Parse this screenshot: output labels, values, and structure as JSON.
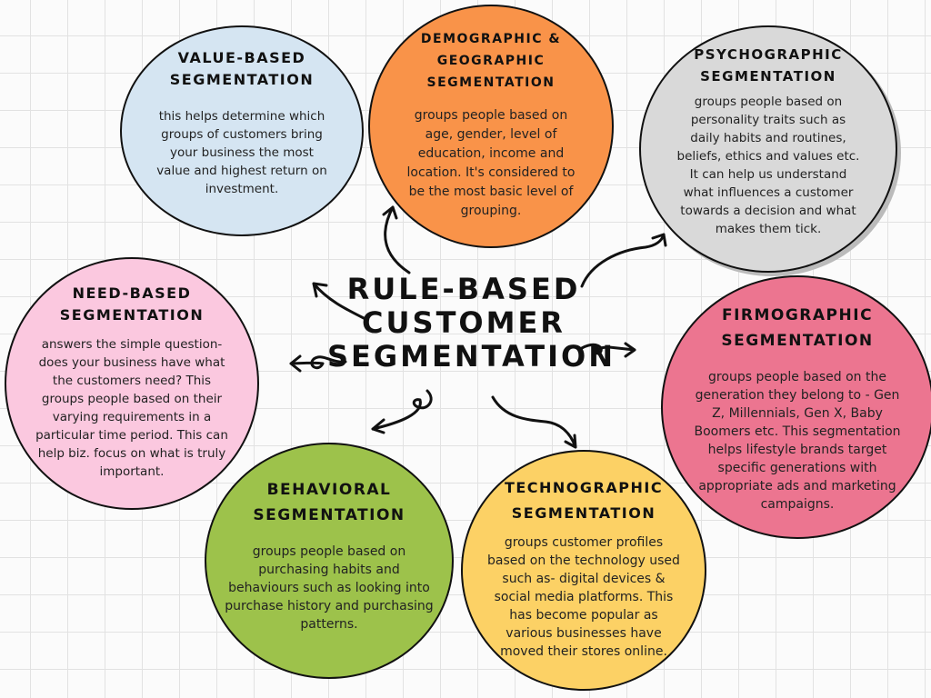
{
  "center_title": [
    "RULE-BASED",
    "CUSTOMER",
    "SEGMENTATION"
  ],
  "colors": {
    "value": "#d5e5f2",
    "demographic": "#f99349",
    "psychographic": "#d9d9d9",
    "need": "#fbc8df",
    "firmographic": "#ec7590",
    "behavioral": "#9dc24b",
    "technographic": "#fcd165"
  },
  "segments": {
    "value": {
      "title": [
        "VALUE-BASED",
        "SEGMENTATION"
      ],
      "body": [
        "this helps determine which",
        "groups of customers bring",
        "your business the most",
        "value and highest return on",
        "investment."
      ]
    },
    "demographic": {
      "title": [
        "DEMOGRAPHIC &",
        "GEOGRAPHIC",
        "SEGMENTATION"
      ],
      "body": [
        "groups people based on",
        "age, gender, level of",
        "education, income and",
        "location. It's considered to",
        "be the most basic level of",
        "grouping."
      ]
    },
    "psychographic": {
      "title": [
        "PSYCHOGRAPHIC",
        "SEGMENTATION"
      ],
      "body": [
        "groups people based on",
        "personality traits such as",
        "daily habits and routines,",
        "beliefs, ethics and values etc.",
        "It can help us understand",
        "what influences a customer",
        "towards a decision and what",
        "makes them tick."
      ]
    },
    "need": {
      "title": [
        "NEED-BASED",
        "SEGMENTATION"
      ],
      "body": [
        "answers the simple question-",
        "does your business have what",
        "the customers need? This",
        "groups people based on their",
        "varying requirements in a",
        "particular time period. This can",
        "help biz. focus on what is truly",
        "important."
      ]
    },
    "firmographic": {
      "title": [
        "FIRMOGRAPHIC",
        "SEGMENTATION"
      ],
      "body": [
        "groups people based on the",
        "generation they belong to - Gen",
        "Z, Millennials, Gen X, Baby",
        "Boomers etc. This segmentation",
        "helps lifestyle brands target",
        "specific generations with",
        "appropriate ads and marketing",
        "campaigns."
      ]
    },
    "behavioral": {
      "title": [
        "BEHAVIORAL",
        "SEGMENTATION"
      ],
      "body": [
        "groups people based on",
        "purchasing habits and",
        "behaviours such as looking into",
        "purchase history and purchasing",
        "patterns."
      ]
    },
    "technographic": {
      "title": [
        "TECHNOGRAPHIC",
        "SEGMENTATION"
      ],
      "body": [
        "groups customer profiles",
        "based on the technology used",
        "such as- digital devices &",
        "social media platforms. This",
        "has become popular as",
        "various businesses have",
        "moved their stores online."
      ]
    }
  }
}
